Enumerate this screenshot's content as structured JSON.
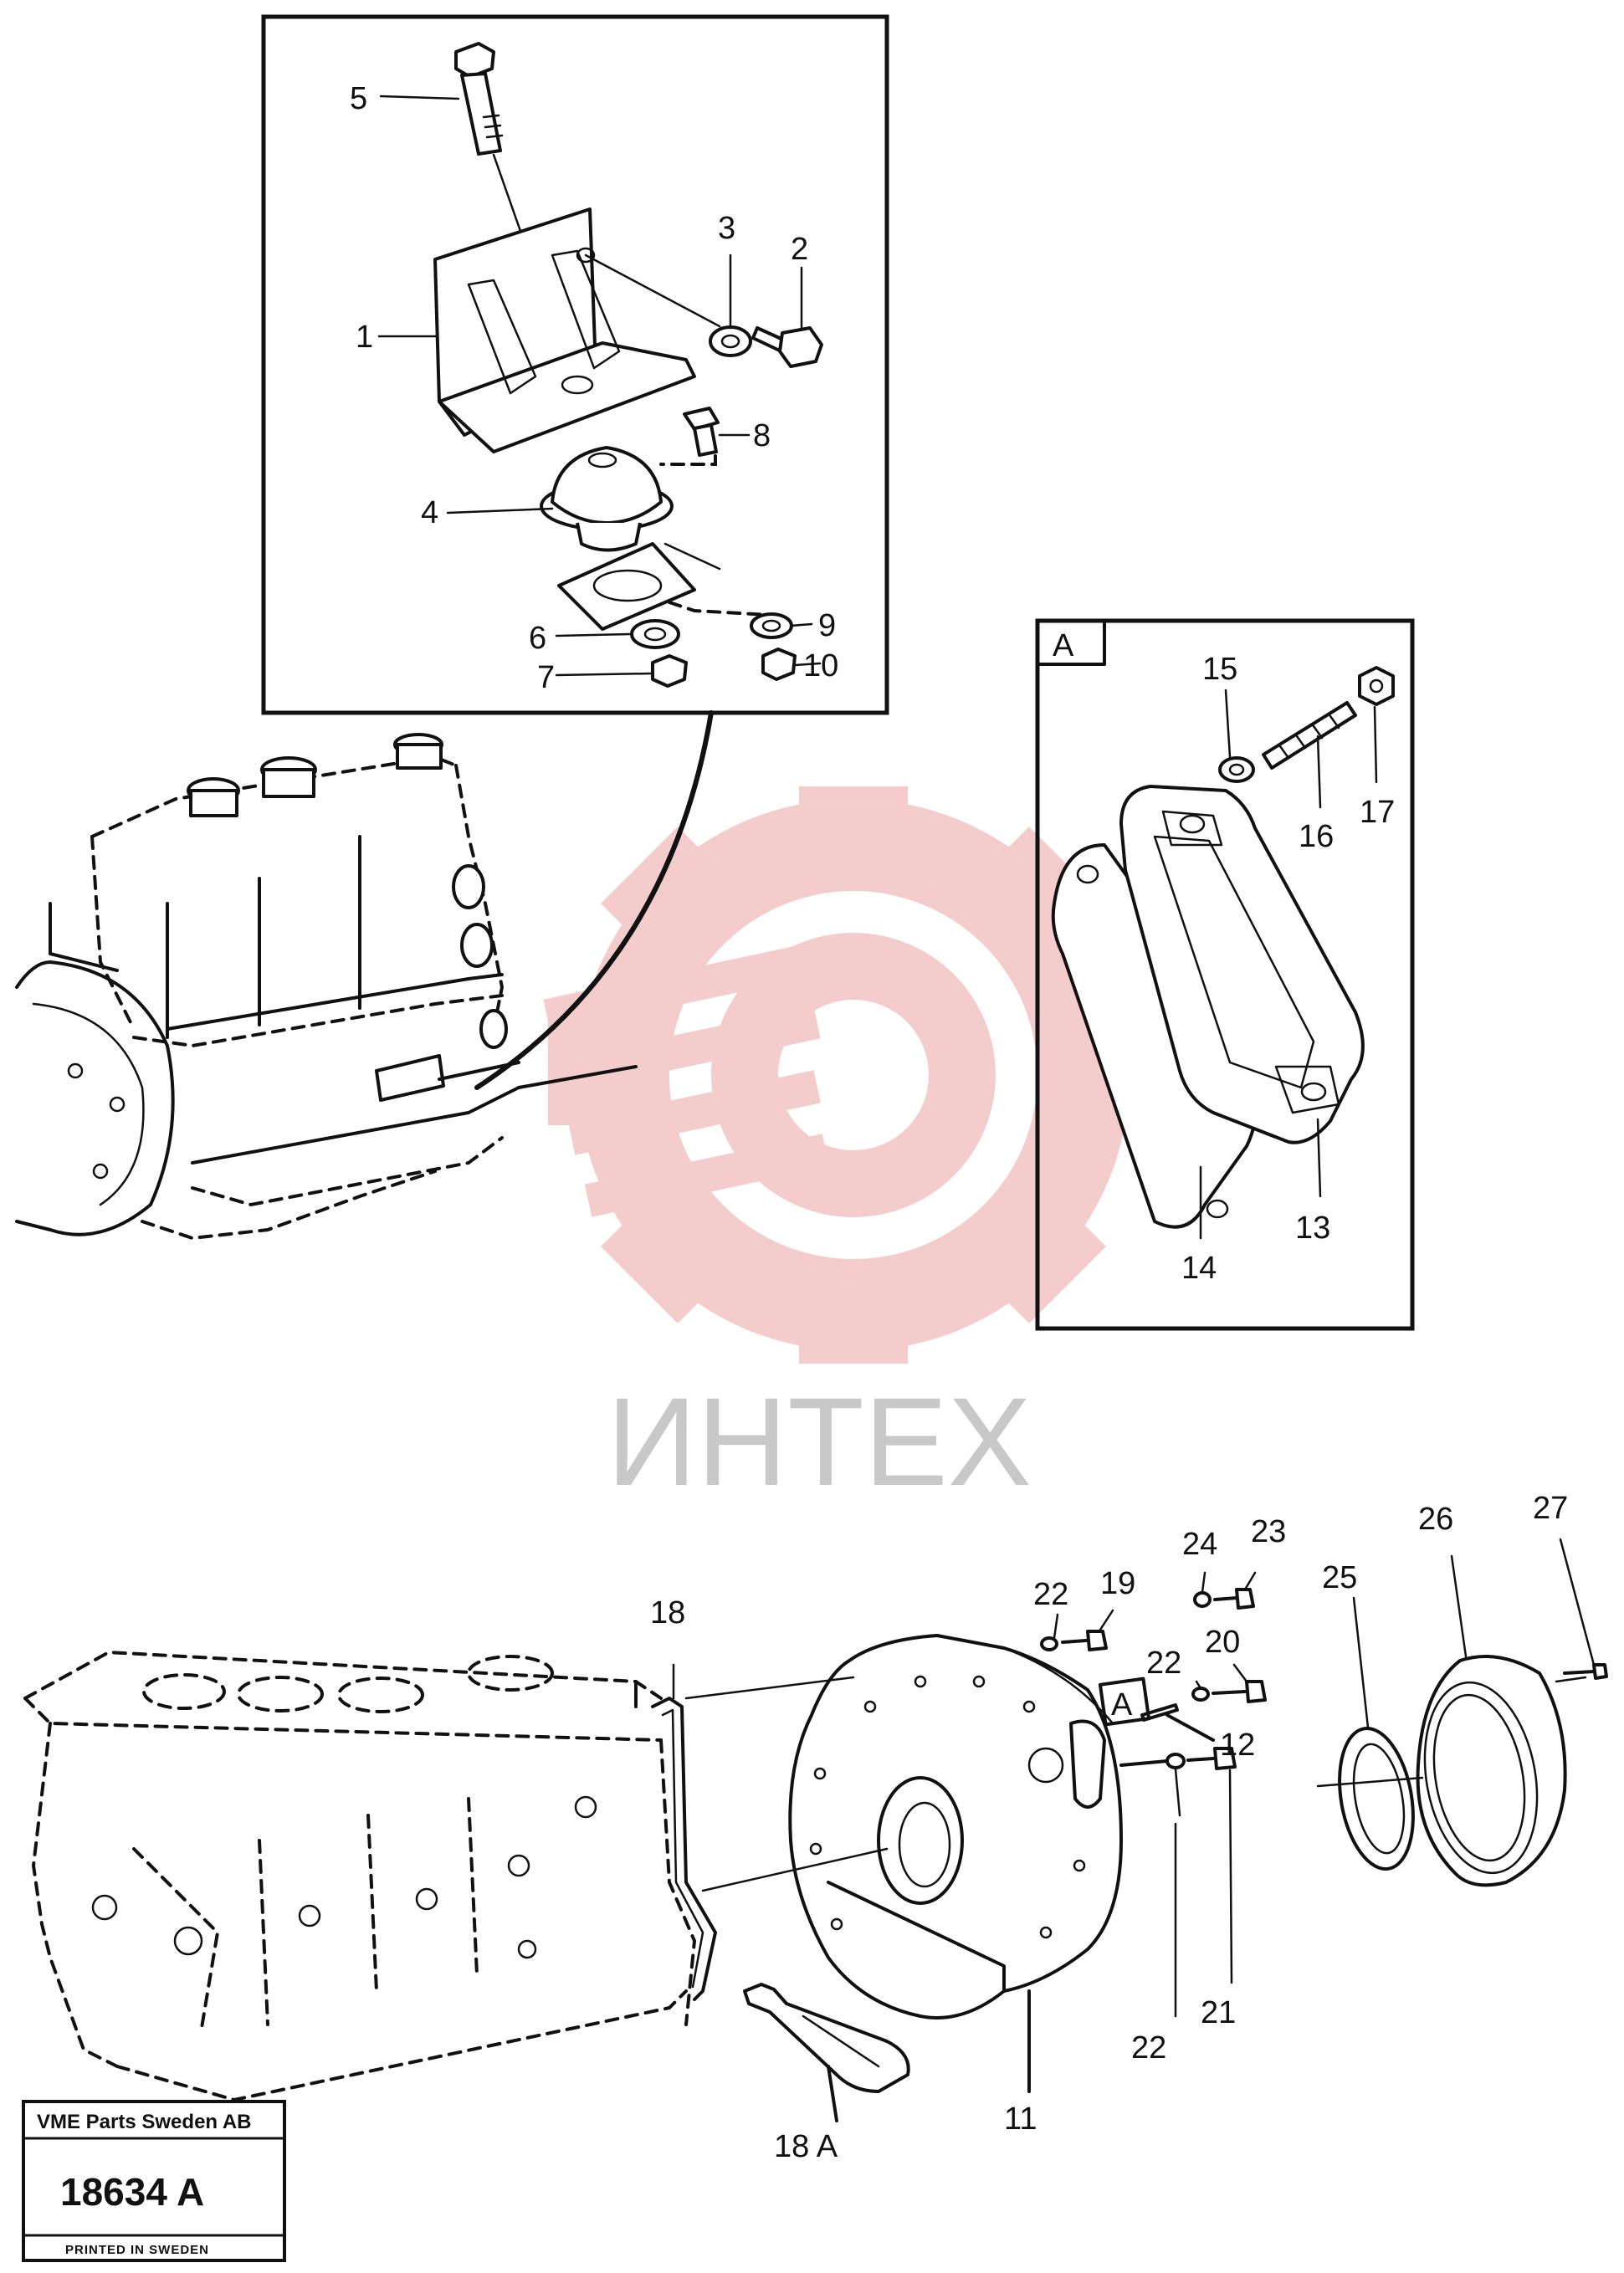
{
  "watermark": {
    "text": "ИНТЕХ",
    "color": "#f4c4c4"
  },
  "inset_a": {
    "tag": "A"
  },
  "labels": {
    "l1": "1",
    "l2": "2",
    "l3": "3",
    "l4": "4",
    "l5": "5",
    "l6": "6",
    "l7": "7",
    "l8": "8",
    "l9": "9",
    "l10": "10",
    "l11": "11",
    "l12": "12",
    "l13": "13",
    "l14": "14",
    "l15": "15",
    "l16": "16",
    "l17": "17",
    "l18": "18",
    "l18a": "18 A",
    "l19": "19",
    "l20": "20",
    "l21": "21",
    "l22a": "22",
    "l22b": "22",
    "l22c": "22",
    "l23": "23",
    "l24": "24",
    "l25": "25",
    "l26": "26",
    "l27": "27",
    "ref_a": "A"
  },
  "stamp": {
    "company": "VME Parts Sweden AB",
    "number": "18634  A",
    "footer": "PRINTED IN SWEDEN"
  }
}
